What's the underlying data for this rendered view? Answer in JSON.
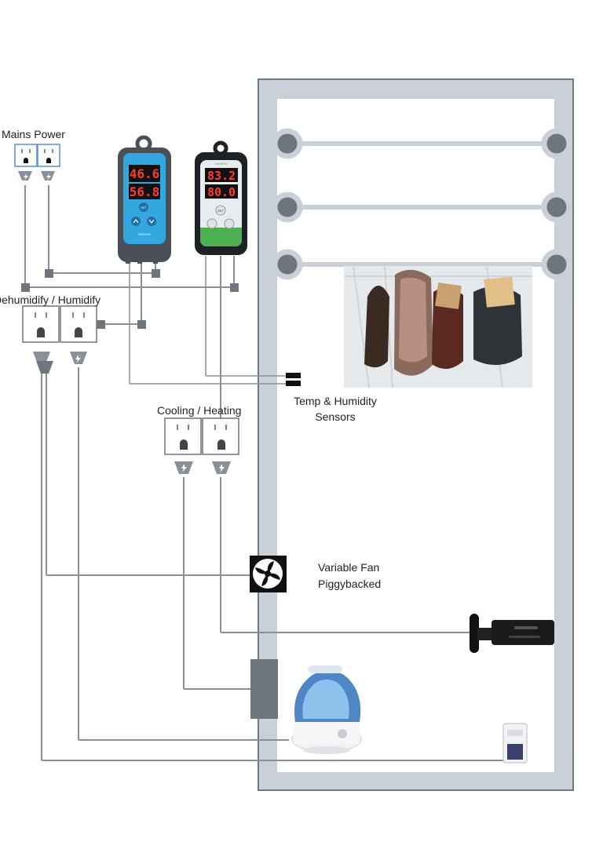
{
  "labels": {
    "mains_power": "Mains Power",
    "dehumidify_humidify": "Dehumidify / Humidify",
    "cooling_heating": "Cooling / Heating",
    "sensors_line1": "Temp & Humidity",
    "sensors_line2": "Sensors",
    "fan_line1": "Variable Fan",
    "fan_line2": "Piggybacked"
  },
  "controller_humidity": {
    "top_reading": "46.6",
    "bottom_reading": "56.8",
    "set_label": "SET",
    "brand": "INKBIRD"
  },
  "controller_temperature": {
    "top_reading": "83.2",
    "bottom_reading": "80.0",
    "set_label": "SET",
    "brand": "INKBIRD"
  },
  "colors": {
    "chamber_wall": "#c9d0d8",
    "chamber_border": "#6f7780",
    "wire": "#8a9099",
    "wire_dark": "#6f757c",
    "controller_blue": "#34a6e0",
    "controller_black": "#1e2125",
    "controller_green": "#4caf50",
    "led_red": "#ff3b30"
  }
}
